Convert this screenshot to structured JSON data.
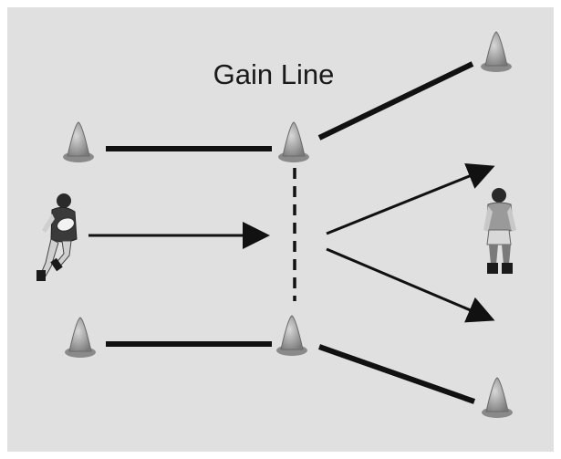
{
  "diagram": {
    "title": "Gain Line",
    "colors": {
      "background": "#e0e0e0",
      "line": "#111111",
      "cone": "#9c9c9c",
      "player_shirt_attacker": "#3a3a3a",
      "player_shirt_defender": "#9a9a9a"
    },
    "cones": [
      "cone",
      "cone",
      "cone",
      "cone",
      "cone",
      "cone"
    ],
    "players": [
      "attacking-player-with-ball",
      "defending-player"
    ],
    "arrows": [
      "run-arrow",
      "upper-pass-arrow",
      "lower-pass-arrow"
    ]
  }
}
